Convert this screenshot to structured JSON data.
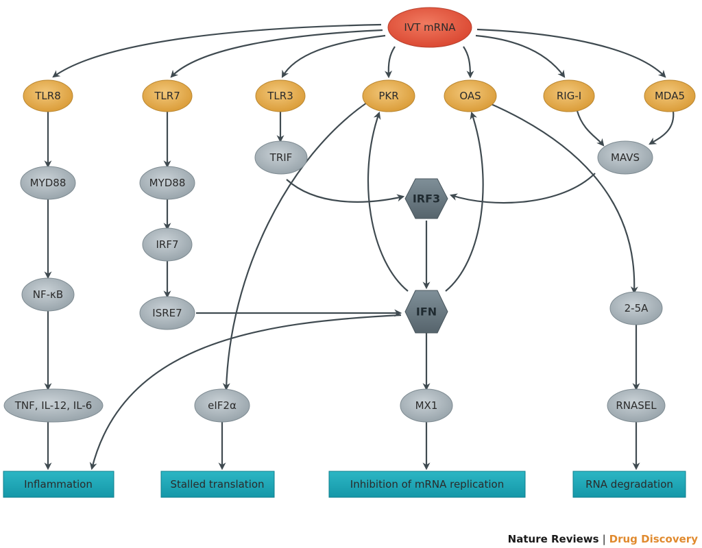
{
  "nodes": {
    "ivt": "IVT mRNA",
    "tlr8": "TLR8",
    "tlr7": "TLR7",
    "tlr3": "TLR3",
    "pkr": "PKR",
    "oas": "OAS",
    "rigi": "RIG-I",
    "mda5": "MDA5",
    "trif": "TRIF",
    "myd88a": "MYD88",
    "myd88b": "MYD88",
    "mavs": "MAVS",
    "irf3": "IRF3",
    "ifn": "IFN",
    "irf7": "IRF7",
    "nfkb": "NF-κB",
    "isre7": "ISRE7",
    "a25": "2-5A",
    "tnf": "TNF, IL-12, IL-6",
    "eif2a": "eIF2α",
    "mx1": "MX1",
    "rnasel": "RNASEL"
  },
  "outcomes": {
    "inflammation": "Inflammation",
    "stalled": "Stalled translation",
    "inhibition": "Inhibition of mRNA replication",
    "degradation": "RNA degradation"
  },
  "footer": {
    "journal": "Nature Reviews",
    "separator": "|",
    "section": "Drug Discovery"
  },
  "colors": {
    "ivt": "#e45a45",
    "receptor": "#e3a94a",
    "adaptor": "#a9b4bb",
    "hexagon": "#6a7a83",
    "outcome": "#1aa3b3",
    "footer_accent": "#e08a2e"
  }
}
